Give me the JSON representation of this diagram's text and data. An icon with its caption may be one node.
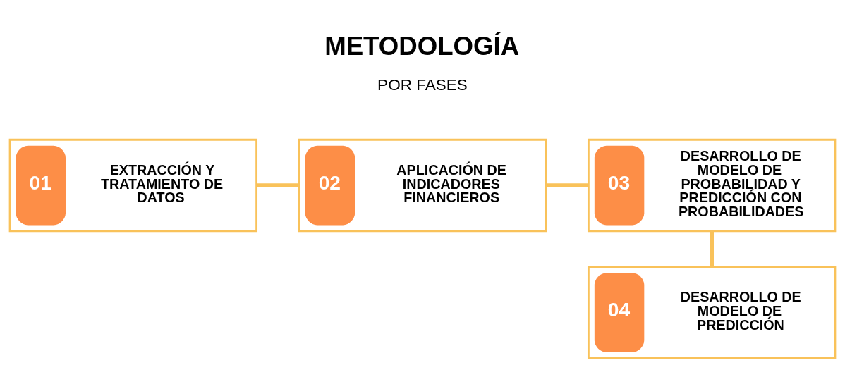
{
  "diagram": {
    "title": "METODOLOGÍA",
    "nodes": [
      {
        "text": [
          "01",
          "EXTRACCIÓN Y TRATAMIENTO DE DATOS"
        ]
      },
      {
        "text": [
          "02",
          "APLICACIÓN DE INDICADORES FINANCIEROS"
        ]
      },
      {
        "text": [
          "03",
          "DESARROLLO DE MODELO DE PROBABILIDAD Y PREDICCIÓN CON PROBABILIDADES"
        ]
      },
      {
        "text": [
          "04",
          "DESARROLLO DE MODELO DE PREDICCIÓN"
        ]
      }
    ],
    "edges": [
      {
        "from": 0,
        "to": 1,
        "arrow": "none"
      },
      {
        "from": 1,
        "to": 2,
        "arrow": "none"
      },
      {
        "from": 2,
        "to": 3,
        "arrow": "none"
      }
    ],
    "labels": [
      "POR FASES"
    ]
  }
}
